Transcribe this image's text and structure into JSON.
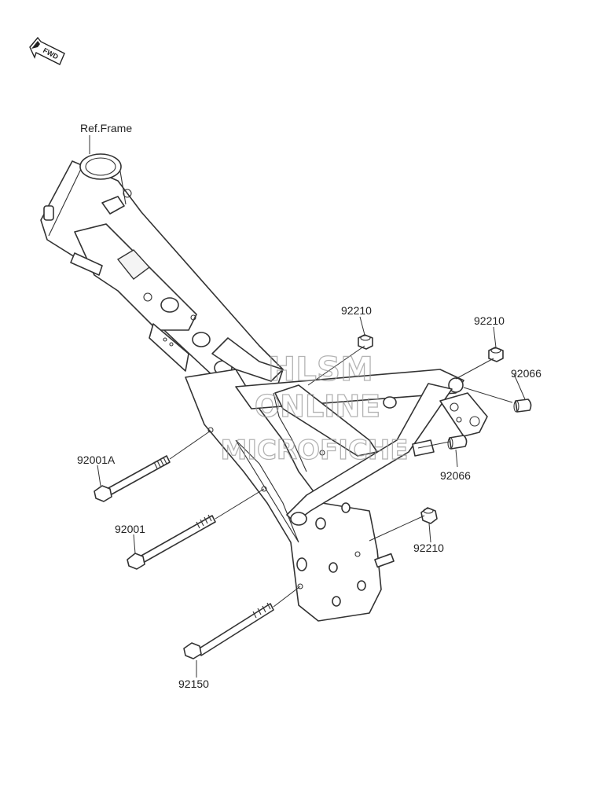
{
  "fwd_badge": "FWD",
  "callouts": {
    "ref_frame": "Ref.Frame",
    "nut_top_left": "92210",
    "nut_top_right": "92210",
    "cap_right_top": "92066",
    "cap_right_bottom": "92066",
    "bolt_upper": "92001A",
    "bolt_middle": "92001",
    "nut_lower": "92210",
    "bolt_lower": "92150"
  },
  "watermark": {
    "line1": "HLSM",
    "line2": "ONLINE",
    "line3": "MICROFICHE"
  }
}
